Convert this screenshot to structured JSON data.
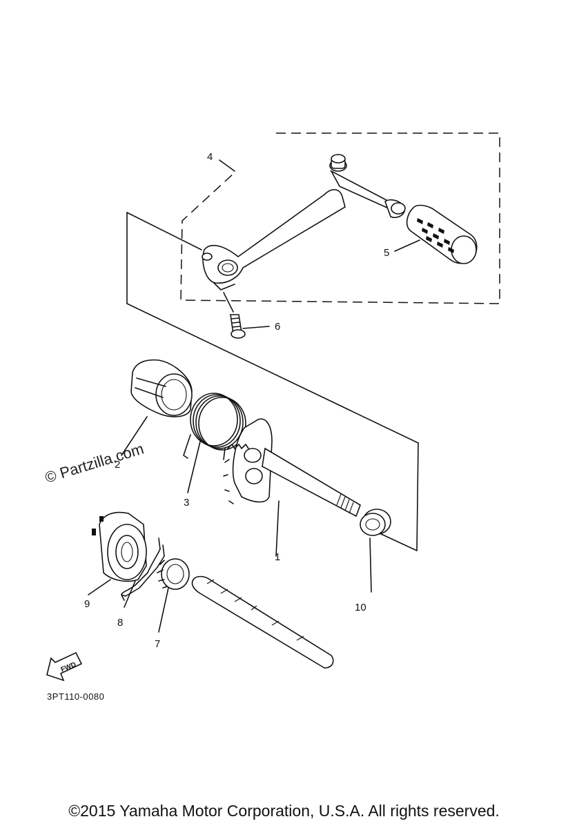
{
  "diagram": {
    "callouts": [
      "1",
      "2",
      "3",
      "4",
      "5",
      "6",
      "7",
      "8",
      "9",
      "10"
    ],
    "part_code": "3PT110-0080",
    "fwd_label": "FWD",
    "watermark": "© Partzilla.com",
    "copyright": "©2015 Yamaha Motor Corporation, U.S.A. All rights reserved."
  },
  "icons": {
    "fwd": "fwd-arrow-icon"
  }
}
